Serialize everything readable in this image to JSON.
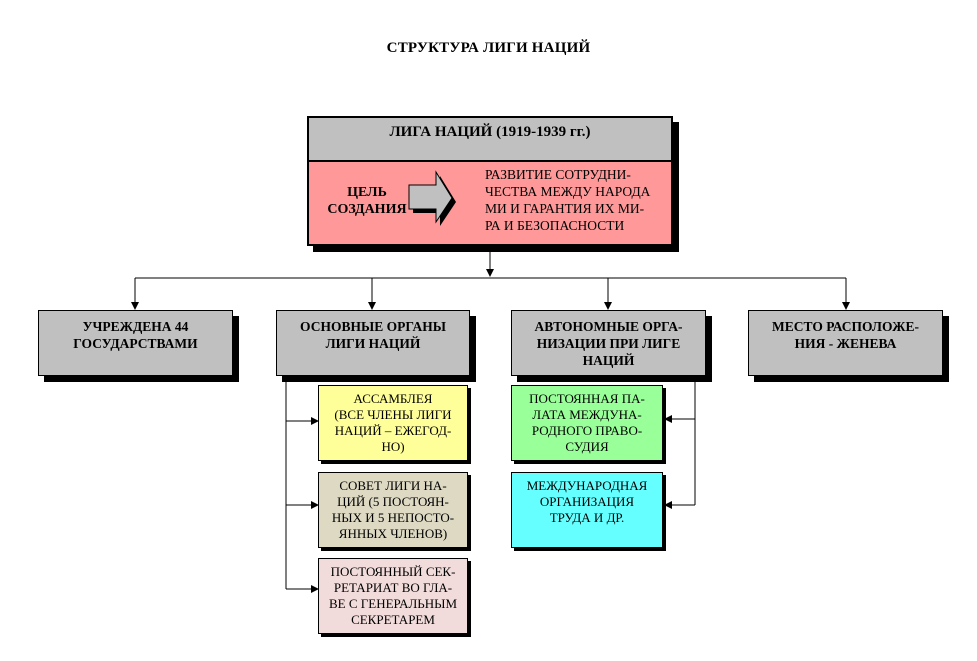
{
  "title": "СТРУКТУРА ЛИГИ НАЦИЙ",
  "root": {
    "heading": "ЛИГА НАЦИЙ (1919-1939 гг.)",
    "goal_label_lines": [
      "ЦЕЛЬ",
      "СОЗДАНИЯ"
    ],
    "goal_text_lines": [
      "РАЗВИТИЕ СОТРУДНИ-",
      "ЧЕСТВА МЕЖДУ НАРОДА",
      "МИ И ГАРАНТИЯ ИХ МИ-",
      "РА И БЕЗОПАСНОСТИ"
    ],
    "colors": {
      "header": "#c0c0c0",
      "body": "#ff9999"
    }
  },
  "level2": [
    {
      "lines": [
        "УЧРЕЖДЕНА  44",
        "ГОСУДАРСТВАМИ"
      ]
    },
    {
      "lines": [
        "ОСНОВНЫЕ ОРГАНЫ",
        "ЛИГИ НАЦИЙ"
      ]
    },
    {
      "lines": [
        "АВТОНОМНЫЕ  ОРГА-",
        "НИЗАЦИИ ПРИ ЛИГЕ",
        "НАЦИЙ"
      ]
    },
    {
      "lines": [
        "МЕСТО РАСПОЛОЖЕ-",
        "НИЯ - ЖЕНЕВА"
      ]
    }
  ],
  "main_organs": [
    {
      "lines": [
        "АССАМБЛЕЯ",
        "(ВСЕ ЧЛЕНЫ ЛИГИ",
        "НАЦИЙ – ЕЖЕГОД-",
        "НО)"
      ],
      "color": "#ffff99"
    },
    {
      "lines": [
        "СОВЕТ ЛИГИ НА-",
        "ЦИЙ (5 ПОСТОЯН-",
        "НЫХ И 5 НЕПОСТО-",
        "ЯННЫХ ЧЛЕНОВ)"
      ],
      "color": "#ddd9c3"
    },
    {
      "lines": [
        "ПОСТОЯННЫЙ СЕК-",
        "РЕТАРИАТ ВО ГЛА-",
        "ВЕ С ГЕНЕРАЛЬНЫМ",
        "СЕКРЕТАРЕМ"
      ],
      "color": "#f2dcdb"
    }
  ],
  "autonomous_orgs": [
    {
      "lines": [
        "ПОСТОЯННАЯ ПА-",
        "ЛАТА МЕЖДУНА-",
        "РОДНОГО ПРАВО-",
        "СУДИЯ"
      ],
      "color": "#99ff99"
    },
    {
      "lines": [
        "МЕЖДУНАРОДНАЯ",
        "ОРГАНИЗАЦИЯ",
        "ТРУДА И ДР."
      ],
      "color": "#66ffff"
    }
  ],
  "icons": {
    "goal_arrow": "right-arrow-icon"
  }
}
